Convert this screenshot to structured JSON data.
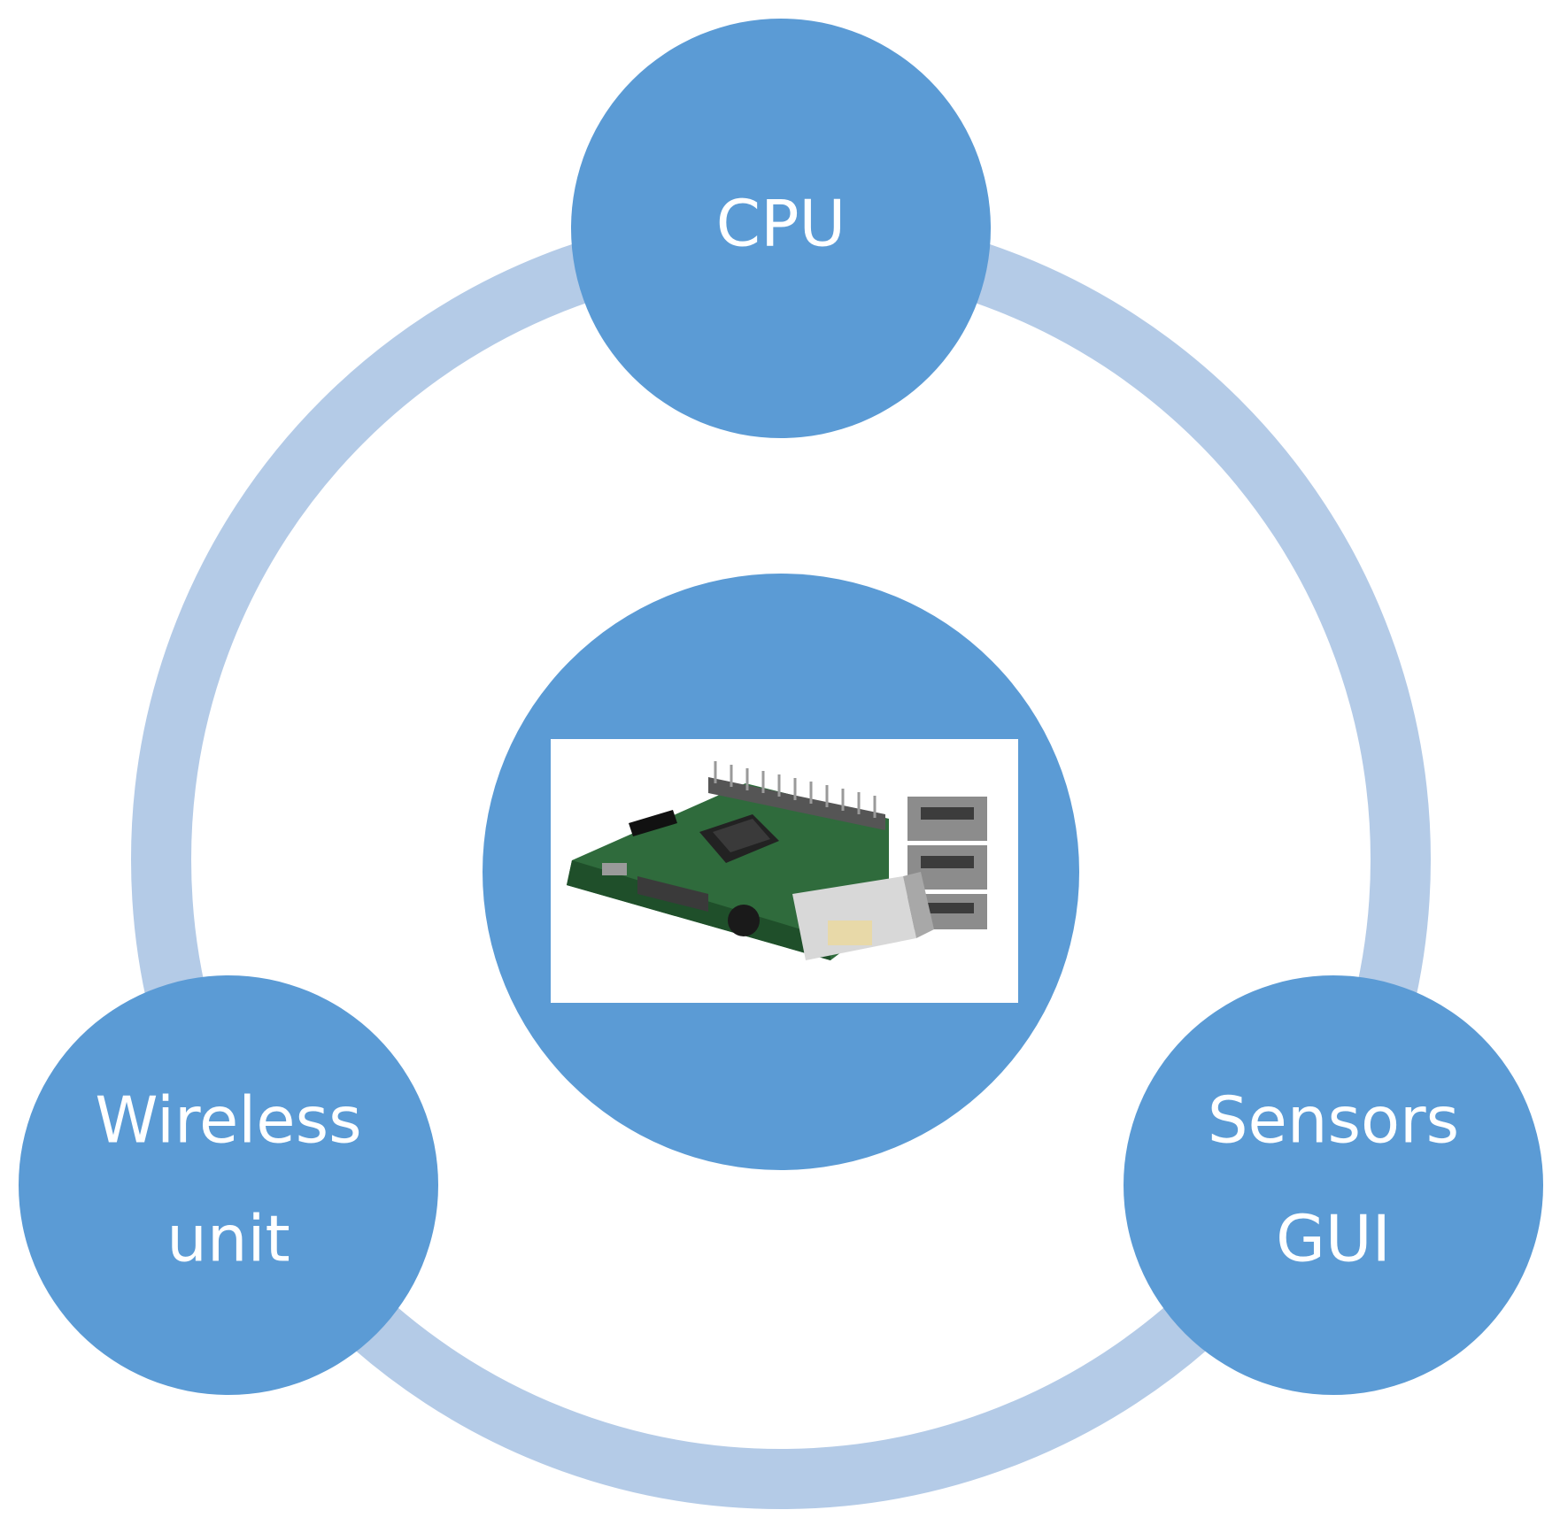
{
  "diagram": {
    "nodes": {
      "top": {
        "line1": "CPU"
      },
      "left": {
        "line1": "Wireless",
        "line2": "unit"
      },
      "right": {
        "line1": "Sensors",
        "line2": "GUI"
      }
    },
    "center_image": {
      "icon": "raspberry-pi-board-icon"
    }
  },
  "colors": {
    "ring": "#b4cbe7",
    "node": "#5b9bd5",
    "text": "#ffffff",
    "background": "#ffffff"
  }
}
